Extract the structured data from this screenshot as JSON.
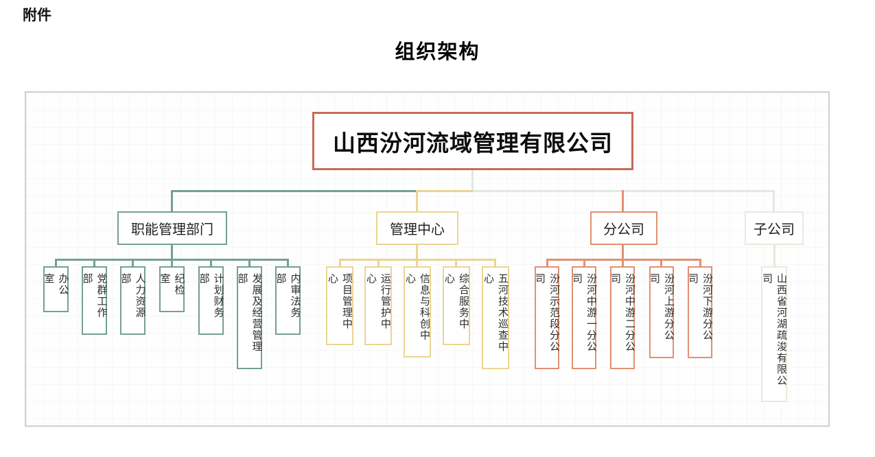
{
  "page": {
    "attachment_label": "附件",
    "title": "组织架构"
  },
  "org": {
    "root": {
      "label": "山西汾河流域管理有限公司"
    },
    "branches": [
      {
        "label": "职能管理部门",
        "color": "#74a090",
        "children": [
          "办公室",
          "党群工作部",
          "人力资源部",
          "纪检室",
          "计划财务部",
          "发展及经营管理部",
          "内审法务部"
        ]
      },
      {
        "label": "管理中心",
        "color": "#ebd492",
        "children": [
          "项目管理中心",
          "运行管护中心",
          "信息与科创中心",
          "综合服务中心",
          "五河技术巡查中心"
        ]
      },
      {
        "label": "分公司",
        "color": "#e29070",
        "children": [
          "汾河示范段分公司",
          "汾河中游一分公司",
          "汾河中游二分公司",
          "汾河上游分公司",
          "汾河下游分公司"
        ]
      },
      {
        "label": "子公司",
        "color": "#e4ecdc",
        "children": [
          "山西省河湖疏浚有限公司"
        ]
      }
    ],
    "palette": {
      "root_border": "#c86a58",
      "canvas_border": "#c9d1d6",
      "trunk_line": "#e0e9e0"
    }
  }
}
